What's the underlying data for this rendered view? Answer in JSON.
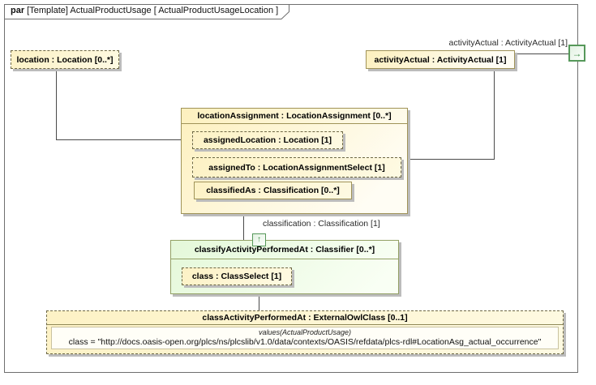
{
  "diagram": {
    "tab_keyword": "par",
    "tab_title": " [Template] ActualProductUsage [ ActualProductUsageLocation ]"
  },
  "nodes": {
    "location": "location : Location [0..*]",
    "activityActual": "activityActual : ActivityActual [1]",
    "locationAssignment": {
      "title": "locationAssignment : LocationAssignment [0..*]",
      "assignedLocation": "assignedLocation : Location [1]",
      "assignedTo": "assignedTo : LocationAssignmentSelect [1]",
      "classifiedAs": "classifiedAs : Classification [0..*]"
    },
    "classifyActivityPerformedAt": {
      "title": "classifyActivityPerformedAt : Classifier [0..*]",
      "class": "class : ClassSelect [1]"
    },
    "classActivityPerformedAt": {
      "title": "classActivityPerformedAt : ExternalOwlClass [0..1]",
      "values_caption": "values(ActualProductUsage)",
      "value": "class = \"http://docs.oasis-open.org/plcs/ns/plcslib/v1.0/data/contexts/OASIS/refdata/plcs-rdl#LocationAsg_actual_occurrence\""
    }
  },
  "edge_labels": {
    "activityActual": "activityActual : ActivityActual [1]",
    "classification": "classification : Classification [1]"
  },
  "ports": {
    "out_arrow": "→",
    "in_arrow": "↑"
  },
  "colors": {
    "box_fill": "#FDF2C5",
    "box_border": "#A09358",
    "dashed_border": "#6E6845",
    "green_fill": "#E4F8D9",
    "port_green": "#56985A",
    "frame_border": "#6F6F6F",
    "shadow": "#BCBCBC"
  }
}
